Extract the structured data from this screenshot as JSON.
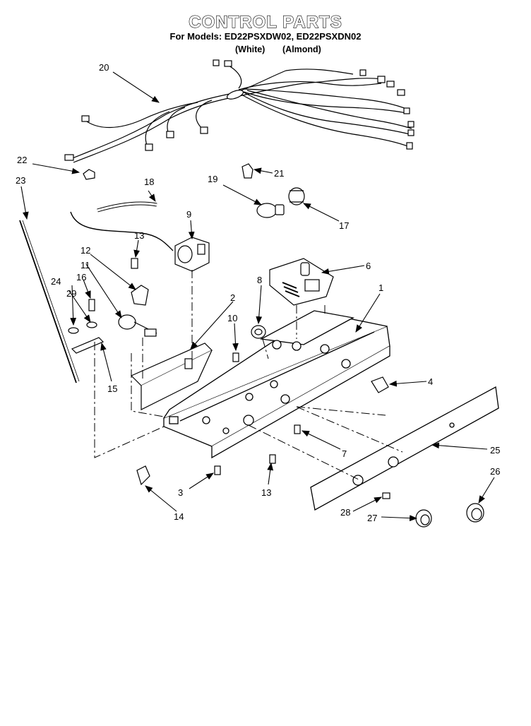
{
  "header": {
    "title": "CONTROL PARTS",
    "models_line": "For Models: ED22PSXDW02, ED22PSXDN02",
    "variant_white": "(White)",
    "variant_almond": "(Almond)"
  },
  "callouts": [
    "20",
    "22",
    "21",
    "19",
    "23",
    "18",
    "17",
    "9",
    "13",
    "12",
    "11",
    "16",
    "24",
    "29",
    "6",
    "8",
    "1",
    "2",
    "10",
    "4",
    "15",
    "7",
    "25",
    "26",
    "3",
    "13",
    "14",
    "28",
    "27"
  ]
}
